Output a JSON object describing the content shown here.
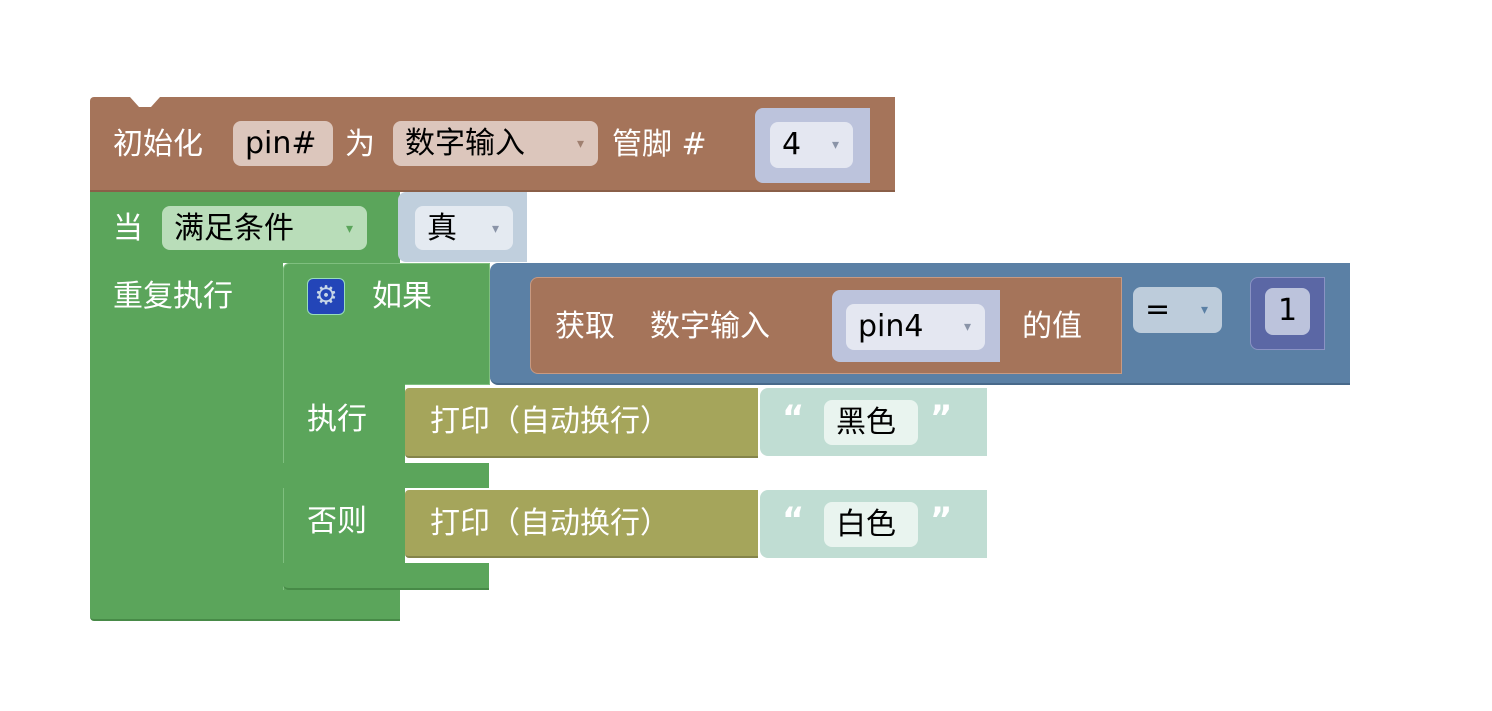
{
  "init_block": {
    "label": "初始化",
    "var": "pin#",
    "as": "为",
    "mode": "数字输入",
    "pin_label": "管脚 #",
    "pin_value": "4"
  },
  "while_block": {
    "label": "当",
    "condition_mode": "满足条件",
    "condition_value": "真",
    "repeat_label": "重复执行"
  },
  "if_block": {
    "if_label": "如果",
    "then_label": "执行",
    "else_label": "否则",
    "settings_icon": "gear-icon"
  },
  "compare_block": {
    "get_label": "获取",
    "get_mode": "数字输入",
    "get_pin": "pin4",
    "value_label": "的值",
    "operator": "=",
    "rhs": "1"
  },
  "print_then": {
    "label": "打印（自动换行）",
    "text": "黑色"
  },
  "print_else": {
    "label": "打印（自动换行）",
    "text": "白色"
  },
  "dropdown_arrow": "▾",
  "colors": {
    "io": "#A5745A",
    "loop": "#5BA55B",
    "logic": "#5B80A5",
    "text": "#A5A55B",
    "math": "#5B67A5"
  }
}
